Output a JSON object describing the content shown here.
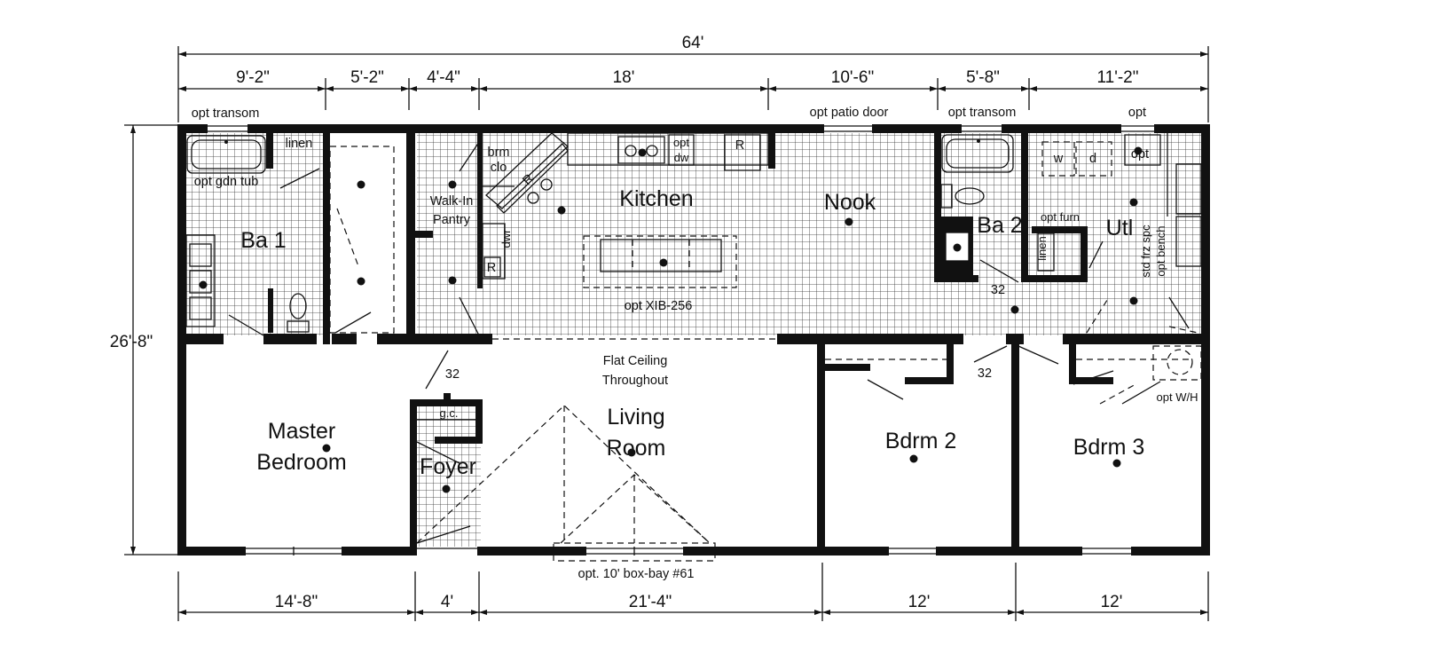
{
  "overall_width": "64'",
  "overall_depth": "26'-8\"",
  "top_dimensions": [
    "9'-2\"",
    "5'-2\"",
    "4'-4\"",
    "18'",
    "10'-6\"",
    "5'-8\"",
    "11'-2\""
  ],
  "bottom_dimensions": [
    "14'-8\"",
    "4'",
    "21'-4\"",
    "12'",
    "12'"
  ],
  "rooms": {
    "ba1": "Ba 1",
    "walk_in_pantry_line1": "Walk-In",
    "walk_in_pantry_line2": "Pantry",
    "kitchen": "Kitchen",
    "nook": "Nook",
    "ba2": "Ba 2",
    "utl": "Utl",
    "master_line1": "Master",
    "master_line2": "Bedroom",
    "foyer": "Foyer",
    "living_line1": "Living",
    "living_line2": "Room",
    "bdrm2": "Bdrm 2",
    "bdrm3": "Bdrm 3"
  },
  "notes": {
    "opt_transom_left": "opt transom",
    "opt_patio_door": "opt patio door",
    "opt_transom_right": "opt transom",
    "opt_top_right": "opt",
    "linen": "linen",
    "opt_gdn_tub": "opt gdn tub",
    "brm_clo_line1": "brm",
    "brm_clo_line2": "clo",
    "opt_dw_line1": "opt",
    "opt_dw_line2": "dw",
    "refrigerator_r": "R",
    "range_r": "R",
    "dwr": "dwr",
    "pantry_r": "R",
    "opt_xib": "opt XIB-256",
    "washer": "w",
    "dryer": "d",
    "opt_sink": "opt",
    "opt_furn": "opt furn",
    "linen_utl": "linen",
    "std_frz_spc": "std frz spc",
    "opt_bench": "opt bench",
    "door_32_a": "32",
    "door_32_b": "32",
    "door_32_c": "32",
    "flat_ceiling_line1": "Flat Ceiling",
    "flat_ceiling_line2": "Throughout",
    "gc": "g.c.",
    "opt_wh": "opt W/H",
    "box_bay": "opt. 10' box-bay #61"
  }
}
